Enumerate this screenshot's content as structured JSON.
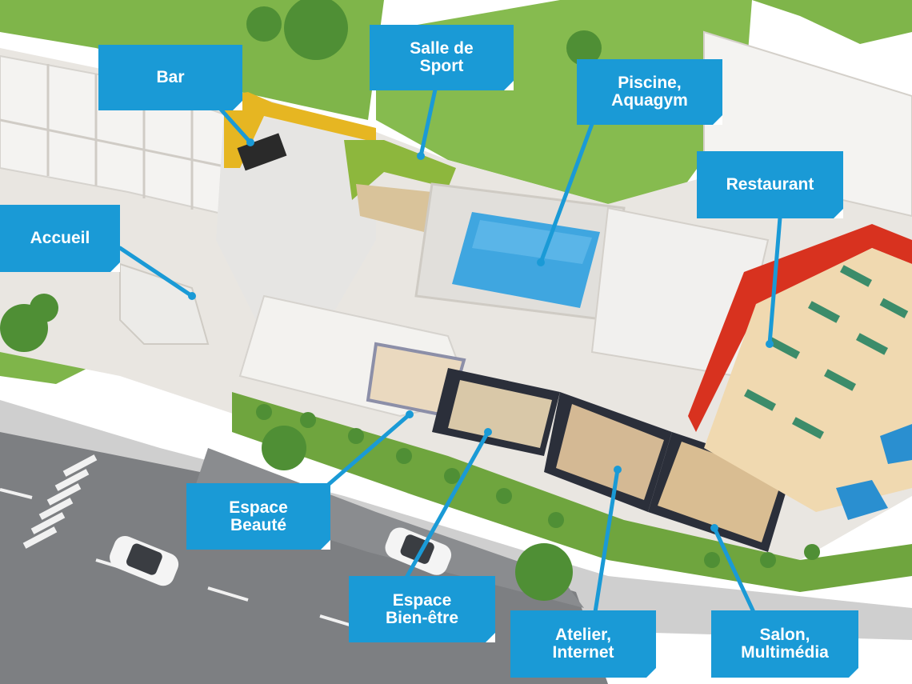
{
  "labels": {
    "bar": {
      "lines": [
        "Bar"
      ]
    },
    "salle_de_sport": {
      "lines": [
        "Salle de",
        "Sport"
      ]
    },
    "piscine": {
      "lines": [
        "Piscine,",
        "Aquagym"
      ]
    },
    "restaurant": {
      "lines": [
        "Restaurant"
      ]
    },
    "accueil": {
      "lines": [
        "Accueil"
      ]
    },
    "espace_beaute": {
      "lines": [
        "Espace",
        "Beauté"
      ]
    },
    "espace_bien_etre": {
      "lines": [
        "Espace",
        "Bien-être"
      ]
    },
    "atelier": {
      "lines": [
        "Atelier,",
        "Internet"
      ]
    },
    "salon": {
      "lines": [
        "Salon,",
        "Multimédia"
      ]
    }
  },
  "colors": {
    "label_bg": "#1a9ad6",
    "label_text": "#ffffff",
    "lawn": "#7fb54a",
    "floor": "#e9e6e1",
    "walls": "#f4f3f1",
    "pool_water": "#3fa6e0",
    "restaurant_floor": "#f0d9b0",
    "accent_red": "#d8321f",
    "accent_yellow": "#e6b622",
    "accent_green": "#8db73d",
    "dark_rooms": "#2b2f3a",
    "road": "#7d7f82"
  }
}
